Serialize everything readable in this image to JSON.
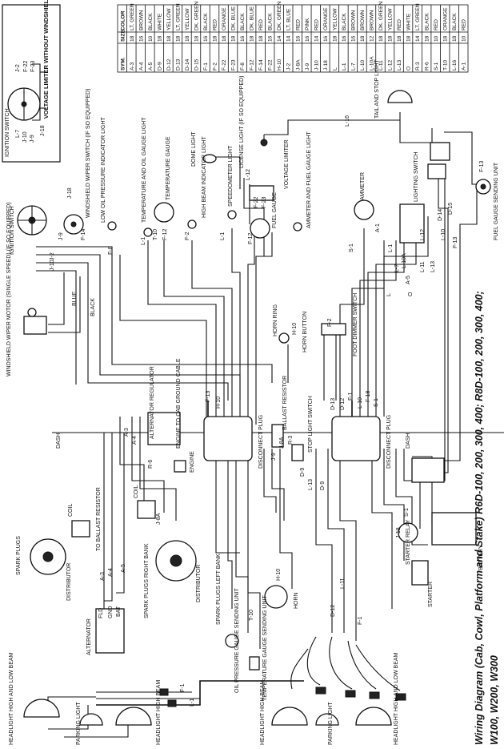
{
  "title": {
    "line1": "Wiring Diagram (Cab, Cowl, Platform and Stake) R6D-100, 200, 300, 400; R8D-100, 200, 300, 400;",
    "line2": "W100, W200, W300"
  },
  "wire_table": {
    "headers": [
      "SYM.",
      "SIZE",
      "COLOR"
    ],
    "rows": [
      [
        "A-3",
        "18",
        "LT. GREEN"
      ],
      [
        "A-4",
        "16",
        "BROWN"
      ],
      [
        "A-5",
        "10",
        "BLACK"
      ],
      [
        "D-9",
        "18",
        "WHITE"
      ],
      [
        "D-12",
        "18",
        "YELLOW"
      ],
      [
        "D-13",
        "18",
        "LT. GREEN"
      ],
      [
        "D-14",
        "18",
        "YELLOW"
      ],
      [
        "D-15",
        "18",
        "DK. GREEN"
      ],
      [
        "F-1",
        "16",
        "BLACK"
      ],
      [
        "F-2",
        "18",
        "RED"
      ],
      [
        "F-22",
        "18",
        "ORANGE"
      ],
      [
        "F-23",
        "18",
        "DK. BLUE"
      ],
      [
        "F-8",
        "16",
        "BLACK"
      ],
      [
        "F-12",
        "18",
        "DK. BLUE"
      ],
      [
        "F-14",
        "18",
        "RED"
      ],
      [
        "F-22",
        "16",
        "BLACK"
      ],
      [
        "H-10",
        "14",
        "DK. GREEN"
      ],
      [
        "J-2",
        "14",
        "LT. BLUE"
      ],
      [
        "J-8A",
        "16",
        "RED"
      ],
      [
        "J-9",
        "16",
        "PINK"
      ],
      [
        "J-10",
        "14",
        "RED"
      ],
      [
        "J-18",
        "16",
        "ORANGE"
      ],
      [
        "L",
        "18",
        "YELLOW"
      ],
      [
        "L-1",
        "16",
        "BLACK"
      ],
      [
        "L-7",
        "16",
        "BROWN"
      ],
      [
        "L-10",
        "18",
        "BROWN"
      ],
      [
        "L-10A",
        "12",
        "BROWN"
      ],
      [
        "L-11",
        "18",
        "DK. GREEN"
      ],
      [
        "L-12",
        "18",
        "YELLOW"
      ],
      [
        "L-13",
        "18",
        "RED"
      ],
      [
        "O",
        "18",
        "WHITE"
      ],
      [
        "R-3",
        "14",
        "LT. GREEN"
      ],
      [
        "R-6",
        "18",
        "BLACK"
      ],
      [
        "S-1",
        "10",
        "RED"
      ],
      [
        "T-10",
        "18",
        "ORANGE"
      ],
      [
        "L-16",
        "18",
        "BLACK"
      ],
      [
        "A-1",
        "10",
        "RED"
      ]
    ]
  },
  "inset": {
    "title": "VOLTAGE LIMITER WITHOUT WINDSHIELD WIPER",
    "switch_label": "IGNITION SWITCH",
    "pins": [
      "J-2",
      "F-22",
      "F-23",
      "L-7",
      "J-10",
      "J-9",
      "J-18"
    ]
  },
  "labels": {
    "ignition_switch": "IGNITION SWITCH",
    "wiper_switch": "WINDSHIELD WIPER SWITCH (IF SO EQUIPPED)",
    "low_oil": "LOW OIL PRESSURE INDICATOR LIGHT",
    "temp_oil_light": "TEMPERATURE AND OIL GAUGE LIGHT",
    "temp_gauge": "TEMPERATURE GAUGE",
    "high_beam_ind": "HIGH BEAM INDICATOR LIGHT",
    "speedometer": "SPEEDOMETER LIGHT",
    "dome": "DOME LIGHT",
    "fuel_gauge": "FUEL GAUGE",
    "voltage_limiter": "VOLTAGE LIMITER",
    "ammeter_fuel_light": "AMMETER AND FUEL GAUGE LIGHT",
    "ammeter": "AMMETER",
    "license": "LICENSE LIGHT (IF SO EQUIPPED)",
    "tail": "TAIL AND STOP LIGHT",
    "lighting_switch": "LIGHTING SWITCH",
    "fuel_sender": "FUEL GAUGE SENDING UNIT",
    "wiper_motor": "WINDSHIELD WIPER MOTOR (SINGLE SPEED) (IF SO EQUIPPED)",
    "blue": "BLUE",
    "black": "BLACK",
    "horn_ring": "HORN RING",
    "horn_button": "HORN BUTTON",
    "foot_dimmer": "FOOT DIMMER SWITCH",
    "dash_left": "DASH",
    "dash_right": "DASH",
    "alt_regulator": "ALTERNATOR REGULATOR",
    "ground_cable": "ENGINE TO CAB GROUND CABLE",
    "engine": "ENGINE",
    "disconnect_left": "DISCONNECT PLUG",
    "ballast": "BALLAST RESISTOR",
    "stop_switch": "STOP LIGHT SWITCH",
    "disconnect_right": "DISCONNECT PLUG",
    "coil_top": "COIL",
    "to_ballast": "TO BALLAST RESISTOR",
    "spark_top": "SPARK PLUGS",
    "distributor_top": "DISTRIBUTOR",
    "coil_mid": "COIL",
    "spark_right": "SPARK PLUGS RIGHT BANK",
    "distributor_mid": "DISTRIBUTOR",
    "spark_left": "SPARK PLUGS LEFT BANK",
    "alternator": "ALTERNATOR",
    "oil_sender": "OIL PRESSURE GAUGE SENDING UNIT",
    "temp_sender": "TEMPERATURE GAUGE SENDING UNIT",
    "horn": "HORN",
    "starter_relay": "STARTER RELAY",
    "starter": "STARTER",
    "battery": "BATTERY",
    "hl_top": "HEADLIGHT HIGH AND LOW BEAM",
    "park_top": "PARKING LIGHT",
    "hb_top": "HEADLIGHT HIGH BEAM",
    "hb_bot": "HEADLIGHT HIGH BEAM",
    "park_bot": "PARKING LIGHT",
    "hl_bot": "HEADLIGHT HIGH AND LOW BEAM"
  },
  "wire_tags": {
    "j2": "J-2",
    "j10": "J-10",
    "j9": "J-9",
    "j18": "J-18",
    "f14": "F-14",
    "f8": "F-8",
    "l1a": "L-1",
    "t10a": "T-10",
    "f12a": "F-12",
    "f2a": "F-2",
    "l1b": "L-1",
    "f12b": "F-12",
    "f22": "F-22",
    "f23": "F-23",
    "l12a": "L-12",
    "l16": "L-16",
    "f13a": "F-13",
    "a1": "A-1",
    "s1a": "S-1",
    "l1c": "L-1",
    "l7": "L-7",
    "l10a": "L-10A",
    "l11": "L-11",
    "l12b": "L-12",
    "l13": "L-13",
    "l10b": "L-10",
    "d14": "D-14",
    "d15": "D-15",
    "f13b": "F-13",
    "a5a": "A-5",
    "o": "O",
    "l": "L",
    "f2b": "F-2",
    "h10a": "H-10",
    "f13c": "F-13",
    "h10b": "H-10",
    "f1": "F-1",
    "l10c": "L-10",
    "f18": "F-18",
    "s1b": "S-1",
    "d13": "D-13",
    "d12": "D-12",
    "a3a": "A-3",
    "a4a": "A-4",
    "r6": "R-6",
    "j9b": "J-9",
    "j8a": "J-8A",
    "r3": "R-3",
    "d9": "D-9",
    "l13b": "L-13",
    "j18b": "J-18",
    "s1c": "S-1",
    "a3b": "A-3",
    "a4b": "A-4",
    "a5b": "A-5",
    "t10b": "T-10",
    "l11b": "L-11",
    "d12b": "D-12",
    "f1b": "F-1",
    "j8ab": "J-8A",
    "h10c": "H-10",
    "f1c": "F-1",
    "l1d": "L-1",
    "d9b": "D-9",
    "bat": "BAT",
    "fld": "FLD",
    "gnd": "GND"
  }
}
